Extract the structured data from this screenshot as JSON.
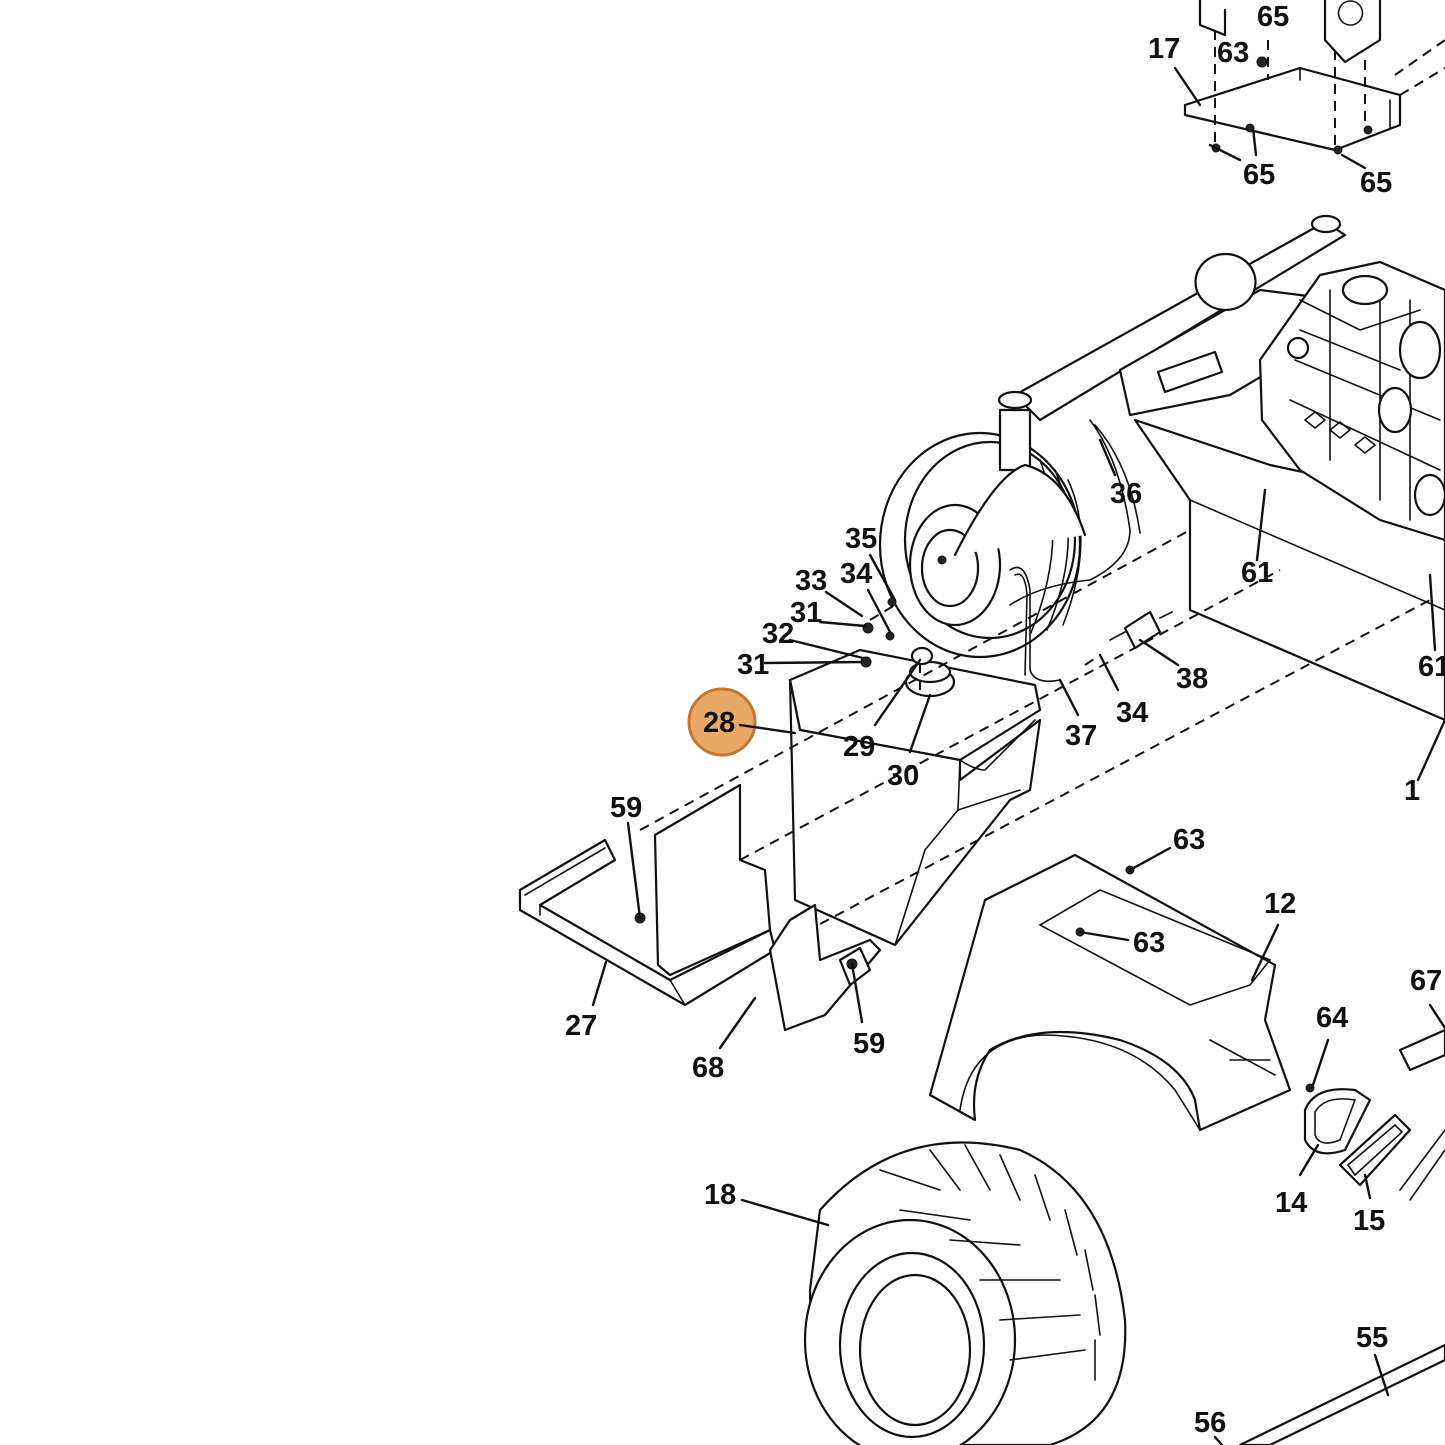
{
  "diagram": {
    "highlight_color": "#e8a868",
    "highlight_border": "#c7772c",
    "line_color": "#111111",
    "highlighted_callout": "28",
    "callouts": [
      "17",
      "63",
      "65",
      "65",
      "65",
      "36",
      "35",
      "33",
      "34",
      "31",
      "32",
      "31",
      "28",
      "29",
      "30",
      "34",
      "37",
      "38",
      "61",
      "61",
      "1",
      "59",
      "27",
      "68",
      "59",
      "63",
      "63",
      "12",
      "67",
      "64",
      "14",
      "15",
      "18",
      "55",
      "56"
    ]
  }
}
